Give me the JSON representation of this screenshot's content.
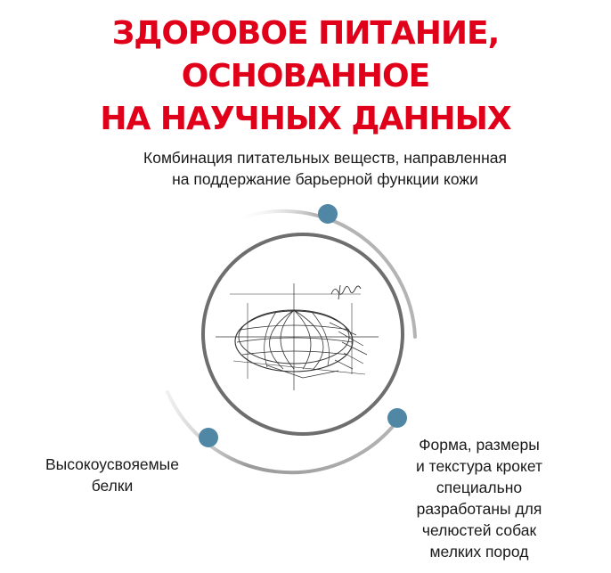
{
  "headline": {
    "line1": "ЗДОРОВОЕ ПИТАНИЕ, ОСНОВАННОЕ",
    "line2": "НА НАУЧНЫХ ДАННЫХ",
    "color": "#e1001a"
  },
  "captions": {
    "top": [
      "Комбинация питательных веществ, направленная",
      "на поддержание барьерной функции кожи"
    ],
    "left": [
      "Высокоусвояемые",
      "белки"
    ],
    "right": [
      "Форма, размеры",
      "и текстура крокет",
      "специально",
      "разработаны для",
      "челюстей собак",
      "мелких пород"
    ]
  },
  "colors": {
    "dot": "#4f87a4",
    "ring": "#b4b4b4",
    "ring_dark": "#6e6e6e",
    "sketch": "#333333"
  },
  "icons": {
    "center": "kibble-sketch-icon",
    "marker": "dot-marker-icon"
  }
}
